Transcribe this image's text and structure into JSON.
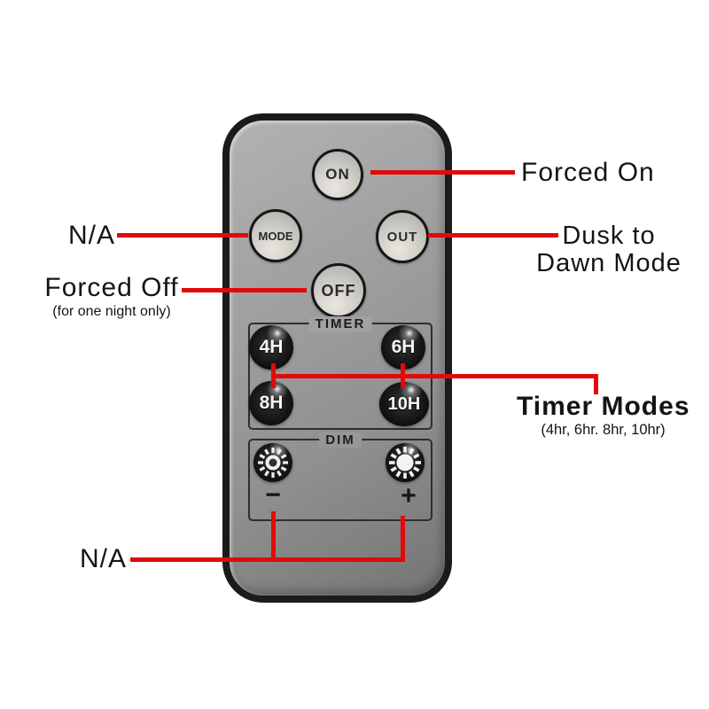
{
  "colors": {
    "annotation_red": "#e10a0a",
    "remote_border": "#1b1b1b",
    "remote_body_gray": "#979797",
    "light_button_fill": "#d4d2cb",
    "dark_button_fill": "#0b0b0b"
  },
  "remote": {
    "buttons": {
      "on": "ON",
      "mode": "MODE",
      "out": "OUT",
      "off": "OFF"
    },
    "timer": {
      "label": "TIMER",
      "buttons": [
        "4H",
        "6H",
        "8H",
        "10H"
      ]
    },
    "dim": {
      "label": "DIM",
      "minus": "−",
      "plus": "+"
    }
  },
  "annotations": {
    "forced_on": {
      "label": "Forced On",
      "points_to": "ON button"
    },
    "na_mode": {
      "label": "N/A",
      "points_to": "MODE button"
    },
    "dusk_to_dawn": {
      "line1": "Dusk to",
      "line2": "Dawn Mode",
      "points_to": "OUT button"
    },
    "forced_off": {
      "label": "Forced Off",
      "sublabel": "(for one night only)",
      "points_to": "OFF button"
    },
    "timer_modes": {
      "label": "Timer Modes",
      "sublabel": "(4hr, 6hr. 8hr, 10hr)",
      "points_to": "timer buttons"
    },
    "na_dim": {
      "label": "N/A",
      "points_to": "DIM buttons"
    }
  }
}
